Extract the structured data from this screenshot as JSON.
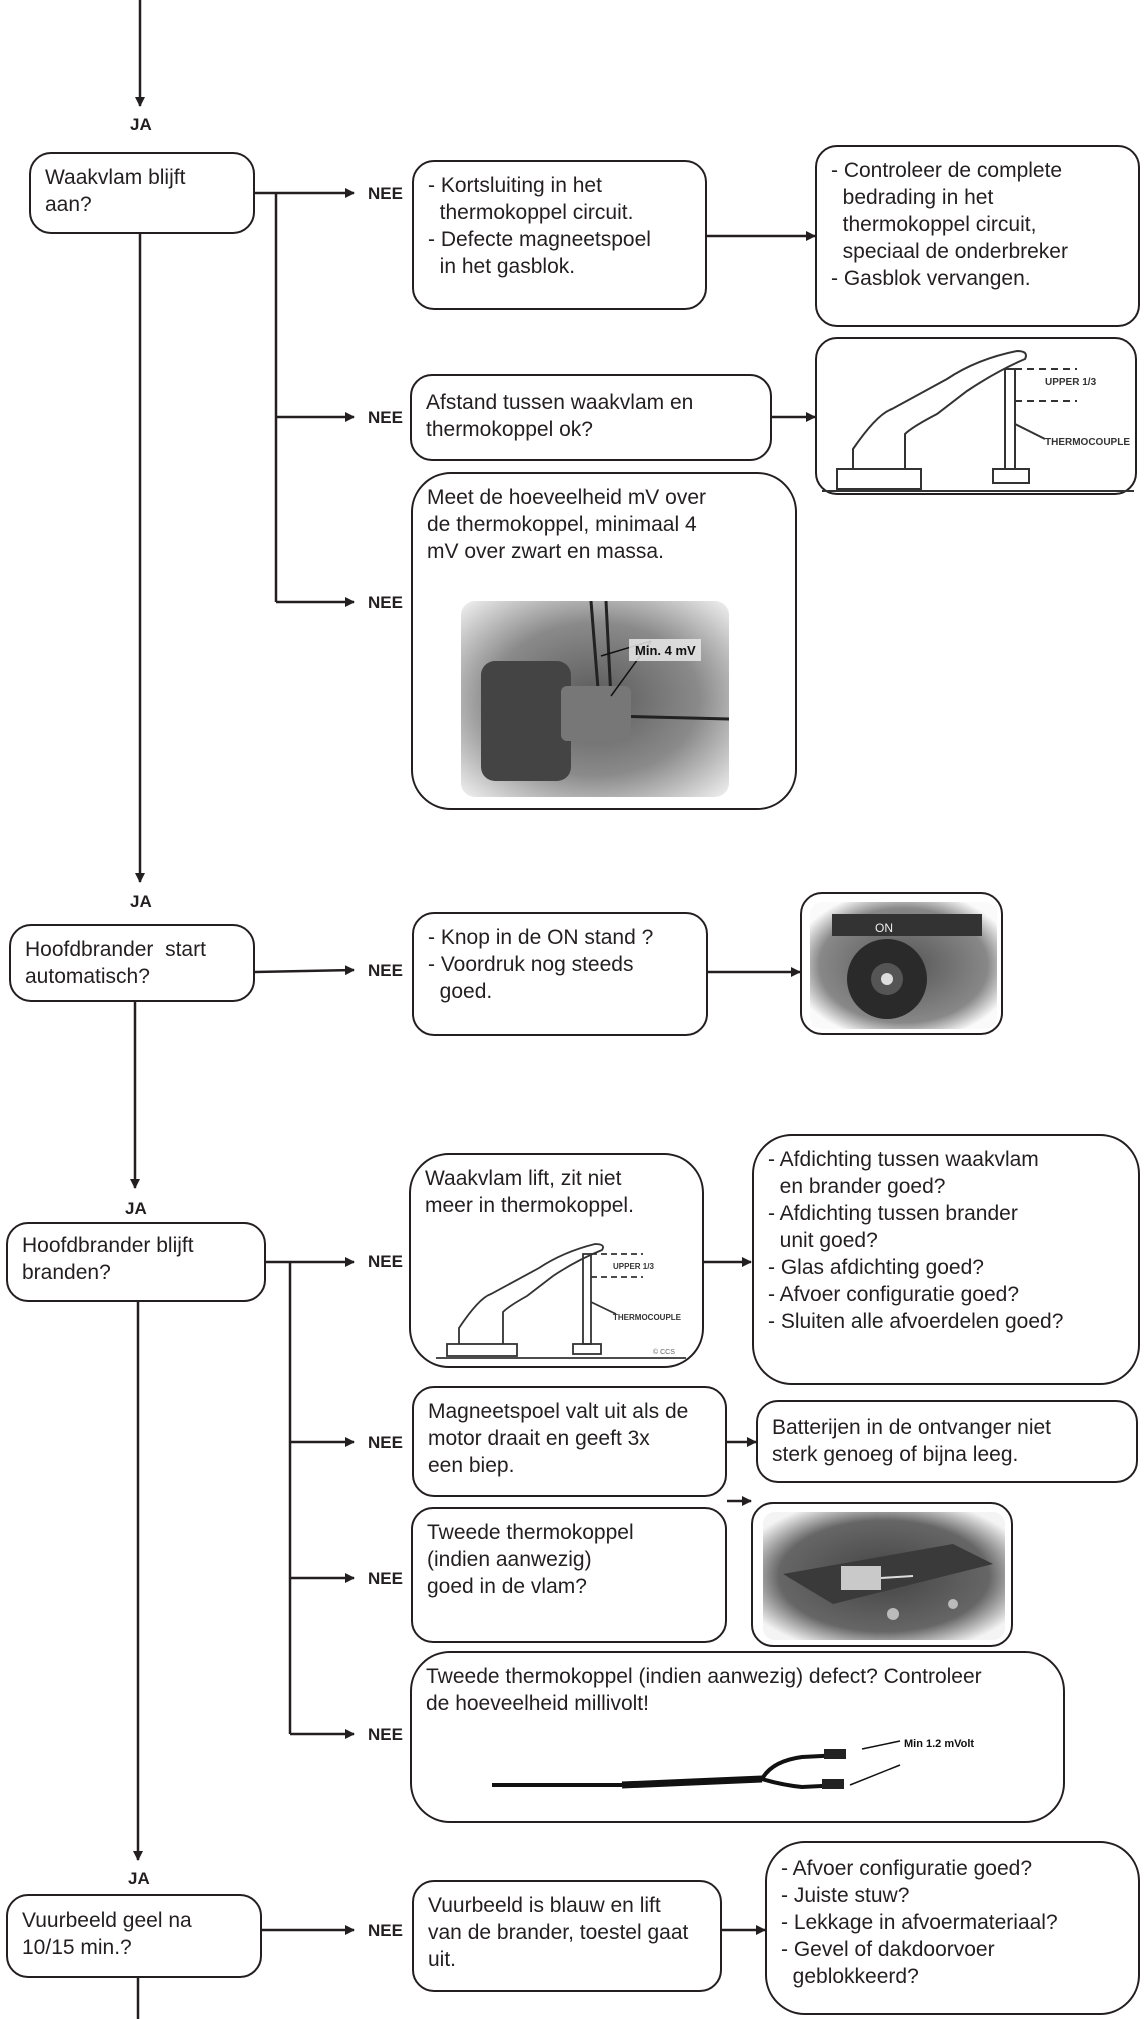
{
  "yes_label": "JA",
  "no_label": "NEE",
  "decisions": [
    {
      "lines": [
        "Waakvlam blijft",
        "aan?"
      ]
    },
    {
      "lines": [
        "Hoofdbrander  start",
        "automatisch?"
      ]
    },
    {
      "lines": [
        "Hoofdbrander blijft",
        "branden?"
      ]
    },
    {
      "lines": [
        "Vuurbeeld geel na",
        "10/15 min.?"
      ]
    }
  ],
  "checks": {
    "c1": [
      "- Kortsluiting in het",
      "  thermokoppel circuit.",
      "- Defecte magneetspoel",
      "  in het gasblok."
    ],
    "a1": [
      "- Controleer de complete",
      "  bedrading in het",
      "  thermokoppel circuit,",
      "  speciaal de onderbreker",
      "- Gasblok vervangen."
    ],
    "c2": [
      "Afstand tussen waakvlam en",
      "thermokoppel ok?"
    ],
    "c3": [
      "Meet de hoeveelheid mV over",
      "de thermokoppel, minimaal 4",
      "mV over zwart en massa."
    ],
    "c4": [
      "- Knop in de ON stand ?",
      "- Voordruk nog steeds",
      "  goed."
    ],
    "c5": [
      "Waakvlam lift, zit niet",
      "meer in thermokoppel."
    ],
    "a5": [
      "- Afdichting tussen waakvlam",
      "  en brander goed?",
      "- Afdichting tussen brander",
      "  unit goed?",
      "- Glas afdichting goed?",
      "- Afvoer configuratie goed?",
      "- Sluiten alle afvoerdelen goed?"
    ],
    "c6": [
      "Magneetspoel valt uit als de",
      "motor draait en geeft 3x",
      "een biep."
    ],
    "a6": [
      "Batterijen in de ontvanger niet",
      "sterk genoeg of bijna leeg."
    ],
    "c7": [
      "Tweede thermokoppel",
      "(indien aanwezig)",
      "goed in de vlam?"
    ],
    "c8": [
      "Tweede thermokoppel (indien aanwezig) defect? Controleer",
      "de hoeveelheid millivolt!"
    ],
    "c9": [
      "Vuurbeeld is blauw en lift",
      "van de brander, toestel gaat",
      "uit."
    ],
    "a9": [
      "- Afvoer configuratie goed?",
      "- Juiste stuw?",
      "- Lekkage in afvoermateriaal?",
      "- Gevel of dakdoorvoer",
      "  geblokkeerd?"
    ]
  },
  "figure_labels": {
    "upper": "UPPER 1/3",
    "thermocouple": "THERMOCOUPLE",
    "credit": "© CCS",
    "min4": "Min. 4 mV",
    "on": "ON",
    "min12": "Min 1.2 mVolt"
  }
}
